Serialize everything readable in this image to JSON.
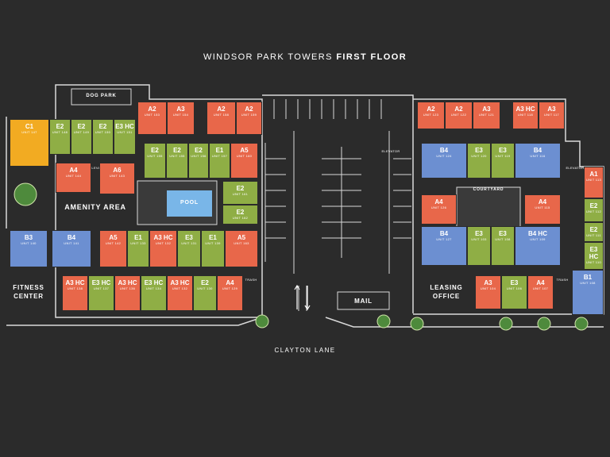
{
  "title": {
    "prefix": "WINDSOR PARK TOWERS",
    "bold": "FIRST FLOOR"
  },
  "street": "CLAYTON LANE",
  "areas": {
    "dog_park": "DOG PARK",
    "amenity": "AMENITY AREA",
    "pool": "POOL",
    "courtyard": "COURTYARD",
    "fitness_1": "FITNESS",
    "fitness_2": "CENTER",
    "leasing_1": "LEASING",
    "leasing_2": "OFFICE",
    "mail": "MAIL",
    "trash": "TRASH",
    "elevator": "ELEVATOR"
  },
  "units": [
    {
      "plan": "C1",
      "unit": "UNIT 147",
      "color": "y"
    },
    {
      "plan": "E2",
      "unit": "UNIT 148",
      "color": "g"
    },
    {
      "plan": "E2",
      "unit": "UNIT 149",
      "color": "g"
    },
    {
      "plan": "E2",
      "unit": "UNIT 150",
      "color": "g"
    },
    {
      "plan": "E3 HC",
      "unit": "UNIT 151",
      "color": "g"
    },
    {
      "plan": "A2",
      "unit": "UNIT 153",
      "color": "o"
    },
    {
      "plan": "A3",
      "unit": "UNIT 154",
      "color": "o"
    },
    {
      "plan": "A2",
      "unit": "UNIT 158",
      "color": "o"
    },
    {
      "plan": "A2",
      "unit": "UNIT 159",
      "color": "o"
    },
    {
      "plan": "E2",
      "unit": "UNIT 155",
      "color": "g"
    },
    {
      "plan": "E2",
      "unit": "UNIT 155",
      "color": "g"
    },
    {
      "plan": "E2",
      "unit": "UNIT 156",
      "color": "g"
    },
    {
      "plan": "E1",
      "unit": "UNIT 157",
      "color": "g"
    },
    {
      "plan": "A5",
      "unit": "UNIT 160",
      "color": "o"
    },
    {
      "plan": "A4",
      "unit": "UNIT 144",
      "color": "o"
    },
    {
      "plan": "A6",
      "unit": "UNIT 143",
      "color": "o"
    },
    {
      "plan": "E2",
      "unit": "UNIT 161",
      "color": "g"
    },
    {
      "plan": "E2",
      "unit": "UNIT 162",
      "color": "g"
    },
    {
      "plan": "B3",
      "unit": "UNIT 140",
      "color": "b"
    },
    {
      "plan": "B4",
      "unit": "UNIT 141",
      "color": "b"
    },
    {
      "plan": "A5",
      "unit": "UNIT 142",
      "color": "o"
    },
    {
      "plan": "E1",
      "unit": "UNIT 133",
      "color": "g"
    },
    {
      "plan": "A3 HC",
      "unit": "UNIT 132",
      "color": "o"
    },
    {
      "plan": "E3",
      "unit": "UNIT 131",
      "color": "g"
    },
    {
      "plan": "E1",
      "unit": "UNIT 139",
      "color": "g"
    },
    {
      "plan": "A5",
      "unit": "UNIT 163",
      "color": "o"
    },
    {
      "plan": "A3 HC",
      "unit": "UNIT 138",
      "color": "o"
    },
    {
      "plan": "E3 HC",
      "unit": "UNIT 137",
      "color": "g"
    },
    {
      "plan": "A3 HC",
      "unit": "UNIT 136",
      "color": "o"
    },
    {
      "plan": "E3 HC",
      "unit": "UNIT 134",
      "color": "g"
    },
    {
      "plan": "A3 HC",
      "unit": "UNIT 132",
      "color": "o"
    },
    {
      "plan": "E2",
      "unit": "UNIT 130",
      "color": "g"
    },
    {
      "plan": "A4",
      "unit": "UNIT 129",
      "color": "o"
    },
    {
      "plan": "A2",
      "unit": "UNIT 123",
      "color": "o"
    },
    {
      "plan": "A2",
      "unit": "UNIT 122",
      "color": "o"
    },
    {
      "plan": "A3",
      "unit": "UNIT 121",
      "color": "o"
    },
    {
      "plan": "A3 HC",
      "unit": "UNIT 118",
      "color": "o"
    },
    {
      "plan": "A3",
      "unit": "UNIT 117",
      "color": "o"
    },
    {
      "plan": "B4",
      "unit": "UNIT 124",
      "color": "b"
    },
    {
      "plan": "E3",
      "unit": "UNIT 120",
      "color": "g"
    },
    {
      "plan": "E3",
      "unit": "UNIT 119",
      "color": "g"
    },
    {
      "plan": "B4",
      "unit": "UNIT 116",
      "color": "b"
    },
    {
      "plan": "A1",
      "unit": "UNIT 113",
      "color": "o"
    },
    {
      "plan": "A4",
      "unit": "UNIT 126",
      "color": "o"
    },
    {
      "plan": "A4",
      "unit": "UNIT 115",
      "color": "o"
    },
    {
      "plan": "E2",
      "unit": "UNIT 112",
      "color": "g"
    },
    {
      "plan": "E2",
      "unit": "UNIT 111",
      "color": "g"
    },
    {
      "plan": "B4",
      "unit": "UNIT 127",
      "color": "b"
    },
    {
      "plan": "E3",
      "unit": "UNIT 103",
      "color": "g"
    },
    {
      "plan": "E3",
      "unit": "UNIT 108",
      "color": "g"
    },
    {
      "plan": "B4 HC",
      "unit": "UNIT 109",
      "color": "b"
    },
    {
      "plan": "E3 HC",
      "unit": "UNIT 110",
      "color": "g"
    },
    {
      "plan": "A3",
      "unit": "UNIT 104",
      "color": "o"
    },
    {
      "plan": "E3",
      "unit": "UNIT 106",
      "color": "g"
    },
    {
      "plan": "A4",
      "unit": "UNIT 107",
      "color": "o"
    },
    {
      "plan": "B1",
      "unit": "UNIT 108",
      "color": "b"
    }
  ]
}
